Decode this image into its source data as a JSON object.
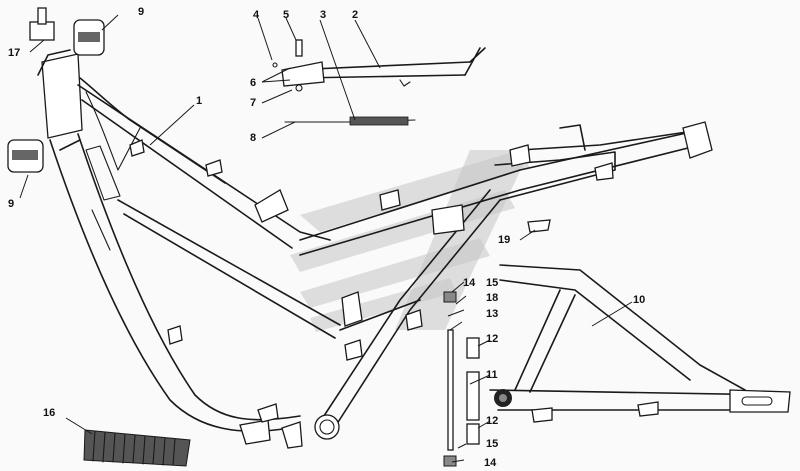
{
  "diagram": {
    "callouts": [
      {
        "id": "c1",
        "text": "1"
      },
      {
        "id": "c2",
        "text": "2"
      },
      {
        "id": "c3",
        "text": "3"
      },
      {
        "id": "c4",
        "text": "4"
      },
      {
        "id": "c5",
        "text": "5"
      },
      {
        "id": "c6",
        "text": "6"
      },
      {
        "id": "c7",
        "text": "7"
      },
      {
        "id": "c8",
        "text": "8"
      },
      {
        "id": "c9a",
        "text": "9"
      },
      {
        "id": "c9b",
        "text": "9"
      },
      {
        "id": "c10",
        "text": "10"
      },
      {
        "id": "c11",
        "text": "11"
      },
      {
        "id": "c12a",
        "text": "12"
      },
      {
        "id": "c12b",
        "text": "12"
      },
      {
        "id": "c13",
        "text": "13"
      },
      {
        "id": "c14a",
        "text": "14"
      },
      {
        "id": "c14b",
        "text": "14"
      },
      {
        "id": "c15a",
        "text": "15"
      },
      {
        "id": "c15b",
        "text": "15"
      },
      {
        "id": "c16",
        "text": "16"
      },
      {
        "id": "c17",
        "text": "17"
      },
      {
        "id": "c18",
        "text": "18"
      },
      {
        "id": "c19",
        "text": "19"
      }
    ]
  },
  "colors": {
    "line": "#1a1a1a",
    "watermark": "#c4c4c4",
    "background": "#fafafa"
  }
}
